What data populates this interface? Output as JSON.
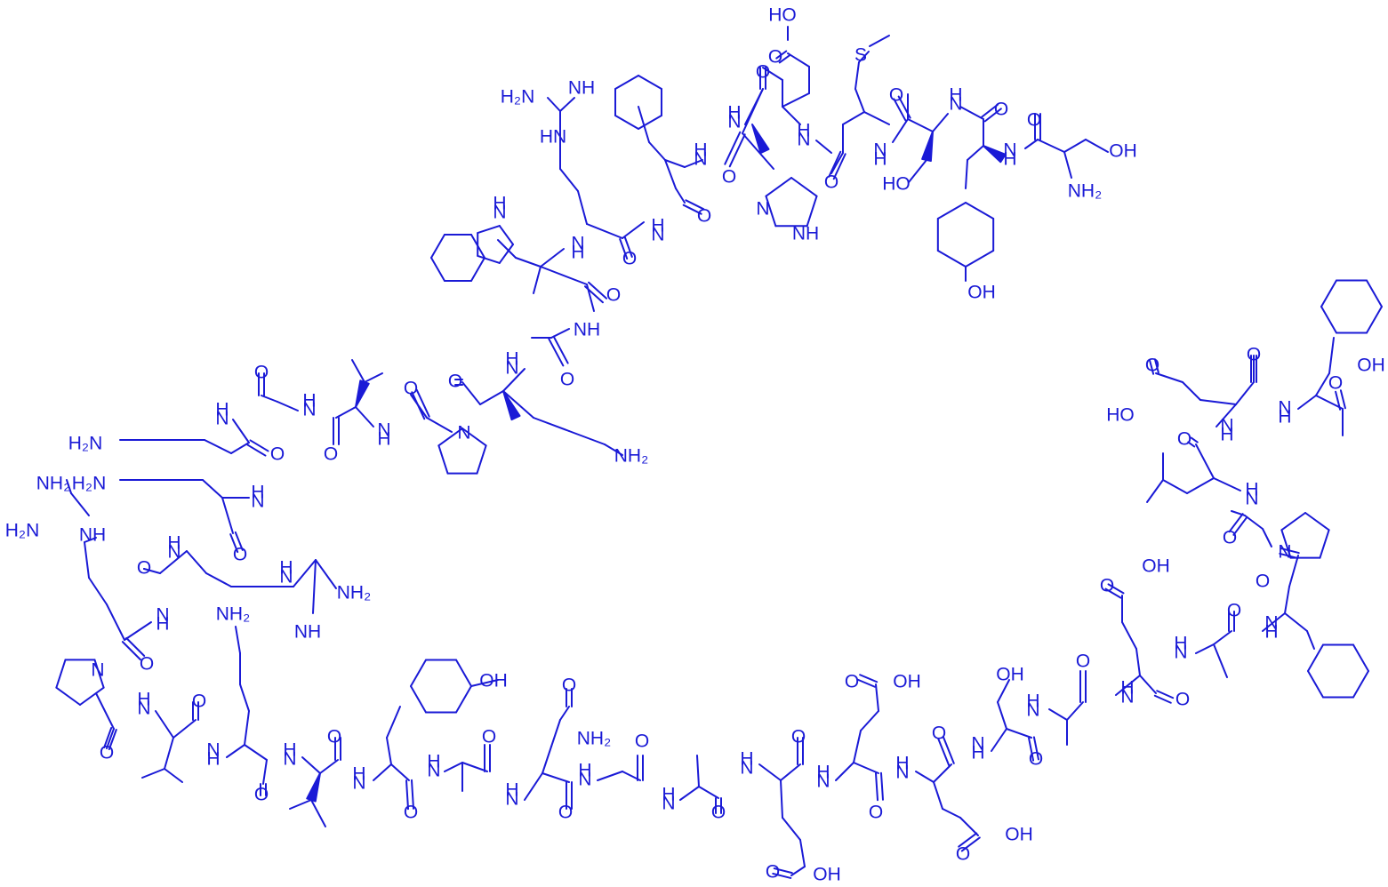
{
  "colors": {
    "ink": "#1a1ad6",
    "background": "#ffffff"
  },
  "structure": {
    "type": "peptide skeletal formula",
    "residues": [
      "Ser",
      "Tyr",
      "Ser",
      "Met",
      "Glu",
      "His",
      "Phe",
      "Arg",
      "Trp",
      "Gly",
      "Lys",
      "Pro",
      "Val",
      "Gly",
      "Lys",
      "Lys",
      "Arg",
      "Arg",
      "Pro",
      "Val",
      "Lys",
      "Val",
      "Tyr",
      "Ala",
      "Asn",
      "Gly",
      "Ala",
      "Glu",
      "Glu",
      "Glu",
      "Ser",
      "Ala",
      "Glu",
      "Ala",
      "Phe",
      "Pro",
      "Leu",
      "Glu",
      "Phe"
    ]
  },
  "labels": {
    "HO": "HO",
    "OH": "OH",
    "O": "O",
    "S": "S",
    "N": "N",
    "NH": "NH",
    "HN": "HN",
    "H": "H",
    "NH2": "NH₂",
    "H2N": "H₂N",
    "NH2_stack": "NH₂"
  }
}
